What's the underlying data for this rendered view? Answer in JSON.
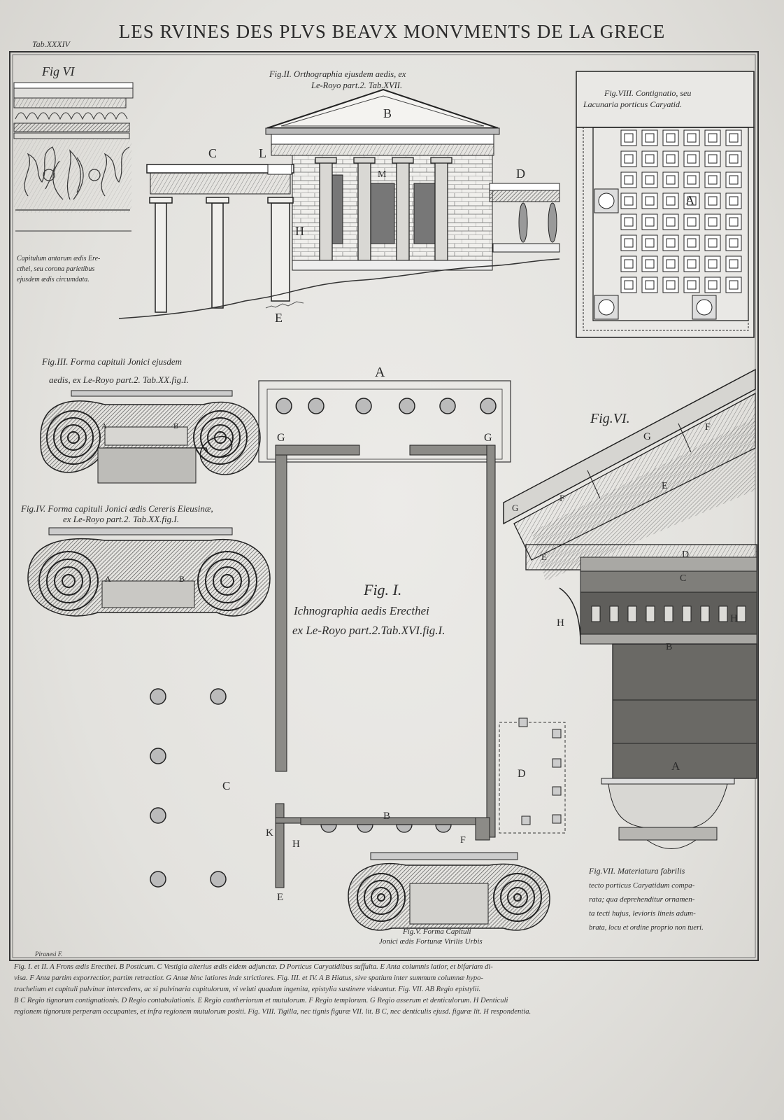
{
  "title": "LES RVINES DES PLVS BEAVX MONVMENTS DE LA GRECE",
  "tab_number": "Tab.XXXIV",
  "signature": "Piranesi F.",
  "figures": {
    "fig6_top": {
      "label": "Fig VI",
      "caption": [
        "Capitulum antarum ædis Ere-",
        "cthei, seu corona parietibus",
        "ejusdem ædis circumdata."
      ]
    },
    "fig2": {
      "caption": [
        "Fig.II. Orthographia ejusdem aedis, ex",
        "Le-Royo part.2. Tab.XVII."
      ],
      "letters": [
        "B",
        "C",
        "L",
        "M",
        "D",
        "H",
        "E"
      ]
    },
    "fig8": {
      "caption": [
        "Fig.VIII. Contignatio, seu",
        "Lacunaria porticus Caryatid."
      ],
      "letter": "A"
    },
    "fig3": {
      "caption": [
        "Fig.III. Forma capituli Jonici ejusdem",
        "aedis, ex Le-Royo part.2. Tab.XX.fig.I."
      ],
      "letters": [
        "A",
        "B"
      ]
    },
    "fig4": {
      "caption": [
        "Fig.IV. Forma capituli Jonici ædis Cereris Eleusinæ,",
        "ex Le-Royo part.2. Tab.XX.fig.I."
      ],
      "letters": [
        "A",
        "B"
      ]
    },
    "fig1": {
      "caption": [
        "Fig. I.",
        "Ichnographia aedis Erecthei",
        "ex Le-Royo part.2.Tab.XVI.fig.I."
      ],
      "letters": [
        "A",
        "G",
        "G",
        "B",
        "C",
        "D",
        "K",
        "H",
        "E",
        "F"
      ]
    },
    "fig5": {
      "caption": [
        "Fig.V. Forma Capituli",
        "Jonici ædis Fortunæ Virilis Urbis"
      ]
    },
    "fig6": {
      "label": "Fig.VI.",
      "letters": [
        "G",
        "F",
        "G",
        "F",
        "E",
        "E",
        "D",
        "C",
        "H",
        "H",
        "B",
        "A"
      ]
    },
    "fig7": {
      "caption": [
        "Fig.VII. Materiatura fabrilis",
        "tecto porticus Caryatidum compa-",
        "rata; qua deprehenditur ornamen-",
        "ta tecti hujus, levioris lineis adum-",
        "brata, locu et ordine proprio non tueri."
      ]
    }
  },
  "legend": [
    "Fig. I. et II. A Frons ædis Erecthei. B Posticum. C Vestigia alterius ædis eidem adjunctæ. D Porticus Caryatidibus suffulta. E Anta columnis latior, et bifariam di-",
    "visa. F Anta partim exporrectior, partim retractior. G Antæ hinc latiores inde strictiores. Fig. III. et IV. A B Hiatus, sive spatium inter summum columnæ hypo-",
    "trachelium et capituli pulvinar intercedens, ac si pulvinaria capitulorum, vi veluti quadam ingenita, epistylia sustinere videantur. Fig. VII. AB Regio epistylii.",
    "B C Regio tignorum contignationis. D Regio contabulationis. E Regio cantheriorum et mutulorum. F Regio templorum. G Regio asserum et denticulorum. H Denticuli",
    "regionem tignorum perperam occupantes, et infra regionem mutulorum positi. Fig. VIII. Tigilla, nec tignis figuræ VII. lit. B C, nec denticulis ejusd. figuræ lit. H respondentia."
  ]
}
